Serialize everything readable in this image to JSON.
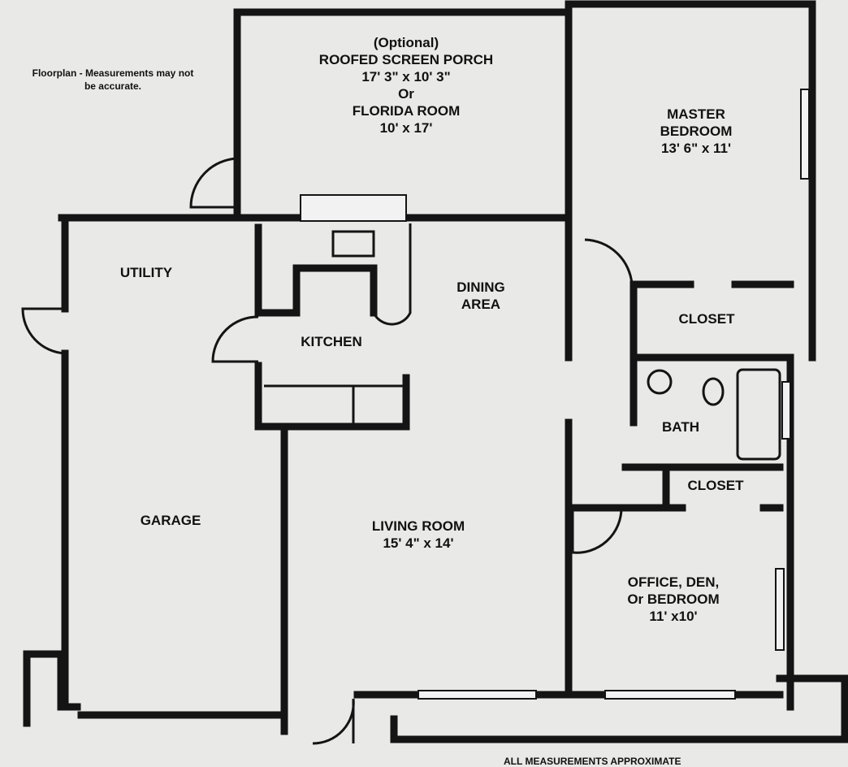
{
  "note": {
    "line1": "Floorplan - Measurements may not",
    "line2": "be accurate."
  },
  "rooms": {
    "porch": {
      "line1": "(Optional)",
      "line2": "ROOFED SCREEN PORCH",
      "line3": "17' 3\" x 10' 3\"",
      "line4": "Or",
      "line5": "FLORIDA ROOM",
      "line6": "10' x 17'"
    },
    "master": {
      "line1": "MASTER",
      "line2": "BEDROOM",
      "line3": "13' 6\" x 11'"
    },
    "utility": {
      "line1": "UTILITY"
    },
    "kitchen": {
      "line1": "KITCHEN"
    },
    "dining": {
      "line1": "DINING",
      "line2": "AREA"
    },
    "closet1": {
      "line1": "CLOSET"
    },
    "bath": {
      "line1": "BATH"
    },
    "closet2": {
      "line1": "CLOSET"
    },
    "garage": {
      "line1": "GARAGE"
    },
    "living": {
      "line1": "LIVING ROOM",
      "line2": "15' 4\" x 14'"
    },
    "office": {
      "line1": "OFFICE, DEN,",
      "line2": "Or BEDROOM",
      "line3": "11' x10'"
    }
  },
  "footer": "ALL MEASUREMENTS APPROXIMATE"
}
